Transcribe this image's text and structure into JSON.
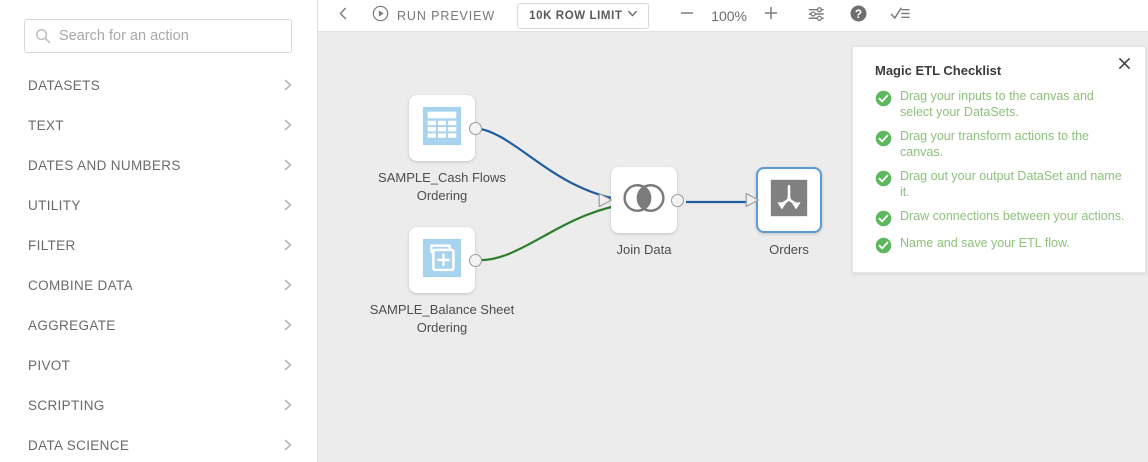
{
  "sidebar": {
    "search": {
      "placeholder": "Search for an action",
      "value": "",
      "icon": "search-icon"
    },
    "items": [
      {
        "label": "DATASETS",
        "icon": "chevron-right-icon"
      },
      {
        "label": "TEXT",
        "icon": "chevron-right-icon"
      },
      {
        "label": "DATES AND NUMBERS",
        "icon": "chevron-right-icon"
      },
      {
        "label": "UTILITY",
        "icon": "chevron-right-icon"
      },
      {
        "label": "FILTER",
        "icon": "chevron-right-icon"
      },
      {
        "label": "COMBINE DATA",
        "icon": "chevron-right-icon"
      },
      {
        "label": "AGGREGATE",
        "icon": "chevron-right-icon"
      },
      {
        "label": "PIVOT",
        "icon": "chevron-right-icon"
      },
      {
        "label": "SCRIPTING",
        "icon": "chevron-right-icon"
      },
      {
        "label": "DATA SCIENCE",
        "icon": "chevron-right-icon"
      }
    ]
  },
  "toolbar": {
    "back_icon": "chevron-left-icon",
    "run_preview_label": "RUN PREVIEW",
    "run_preview_icon": "play-circle-icon",
    "row_limit": {
      "selected": "10K ROW LIMIT",
      "caret_icon": "chevron-down-icon"
    },
    "zoom_out_icon": "minus-icon",
    "zoom_level": "100%",
    "zoom_in_icon": "plus-icon",
    "settings_icon": "sliders-icon",
    "help_icon": "question-circle-icon",
    "checklist_icon": "checklist-icon"
  },
  "canvas": {
    "background_color": "#ececec",
    "nodes": [
      {
        "id": "sample-cash-flows-ordering",
        "label": "SAMPLE_Cash Flows Ordering",
        "icon": "table-dataset-icon",
        "type": "input",
        "selected": false
      },
      {
        "id": "sample-balance-sheet-ordering",
        "label": "SAMPLE_Balance Sheet Ordering",
        "icon": "copy-add-dataset-icon",
        "type": "input",
        "selected": false
      },
      {
        "id": "join-data",
        "label": "Join Data",
        "icon": "venn-join-icon",
        "type": "transform",
        "selected": false
      },
      {
        "id": "orders",
        "label": "Orders",
        "icon": "output-dataset-icon",
        "type": "output",
        "selected": true
      }
    ],
    "edges": [
      {
        "from": "sample-cash-flows-ordering",
        "to": "join-data",
        "color": "#1f5c9e"
      },
      {
        "from": "sample-balance-sheet-ordering",
        "to": "join-data",
        "color": "#2c7d2c"
      },
      {
        "from": "join-data",
        "to": "orders",
        "color": "#1f5c9e"
      }
    ]
  },
  "checklist": {
    "title": "Magic ETL Checklist",
    "close_icon": "close-icon",
    "accent_color": "#8ec07c",
    "check_color": "#5cb85c",
    "items": [
      {
        "text": "Drag your inputs to the canvas and select your DataSets.",
        "done": true
      },
      {
        "text": "Drag your transform actions to the canvas.",
        "done": true
      },
      {
        "text": "Drag out your output DataSet and name it.",
        "done": true
      },
      {
        "text": "Draw connections between your actions.",
        "done": true
      },
      {
        "text": "Name and save your ETL flow.",
        "done": true
      }
    ]
  }
}
